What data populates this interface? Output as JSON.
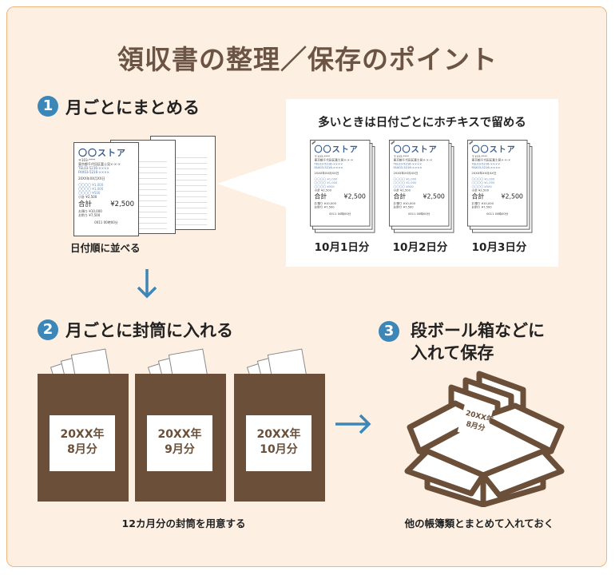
{
  "title": "領収書の整理／保存のポイント",
  "colors": {
    "background": "#fdf0e2",
    "border": "#f1b57a",
    "brown": "#6b4f38",
    "accent_blue": "#3d86b8",
    "title": "#6b5444"
  },
  "receipt": {
    "store": "〇〇ストア",
    "postal": "〒103-****",
    "address": "東京都千代田区富士見×-×-×",
    "tel": "TEL03-5216-××××",
    "fax": "FAX03-5216-××××",
    "date": "20XX年XX月XX日",
    "items": [
      "〇〇〇〇  ¥1,000",
      "〇〇〇〇  ¥1,000",
      "〇〇〇〇  ¥500",
      "小計  ¥2,500"
    ],
    "total_label": "合計",
    "total": "¥2,500",
    "paid": "お預り  ¥10,000",
    "change": "お釣り  ¥7,500",
    "footer": "0011 00時00分"
  },
  "step1": {
    "number": "1",
    "label": "月ごとにまとめる",
    "caption": "日付順に並べる"
  },
  "staple_box": {
    "heading": "多いときは日付ごとにホチキスで留める",
    "dates": [
      "10月1日分",
      "10月2日分",
      "10月3日分"
    ]
  },
  "step2": {
    "number": "2",
    "label": "月ごとに封筒に入れる",
    "envelopes": [
      {
        "year": "20XX年",
        "month": "8月分"
      },
      {
        "year": "20XX年",
        "month": "9月分"
      },
      {
        "year": "20XX年",
        "month": "10月分"
      }
    ],
    "caption": "12カ月分の封筒を用意する"
  },
  "step3": {
    "number": "3",
    "label_line1": "段ボール箱などに",
    "label_line2": "入れて保存",
    "box_label_year": "20XX年",
    "box_label_month": "8月分",
    "caption": "他の帳簿類とまとめて入れておく"
  }
}
